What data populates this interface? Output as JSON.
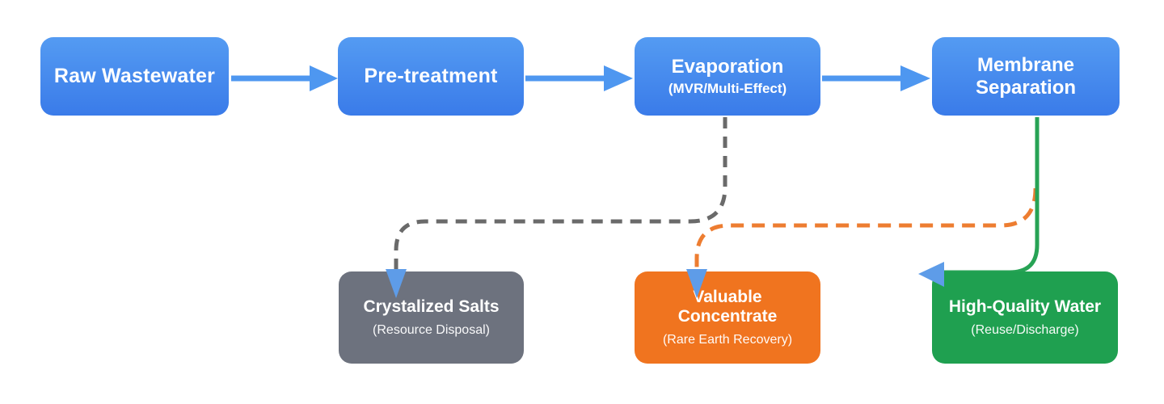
{
  "flow_nodes": [
    {
      "id": "raw-wastewater",
      "title": "Raw Wastewater"
    },
    {
      "id": "pre-treatment",
      "title": "Pre-treatment"
    },
    {
      "id": "evaporation",
      "title": "Evaporation",
      "subtitle": "(MVR/Multi-Effect)"
    },
    {
      "id": "membrane-separation",
      "title": "Membrane Separation"
    }
  ],
  "output_nodes": [
    {
      "id": "crystalized-salts",
      "title": "Crystalized Salts",
      "subtitle": "(Resource Disposal)",
      "color": "#6D727E"
    },
    {
      "id": "valuable-concentrate",
      "title": "Valuable Concentrate",
      "subtitle": "(Rare Earth Recovery)",
      "color": "#F0741F"
    },
    {
      "id": "high-quality-water",
      "title": "High-Quality Water",
      "subtitle": "(Reuse/Discharge)",
      "color": "#1FA050"
    }
  ],
  "connections": [
    {
      "from": "Raw Wastewater",
      "to": "Pre-treatment",
      "style": "solid-arrow",
      "color": "#4E97F0"
    },
    {
      "from": "Pre-treatment",
      "to": "Evaporation",
      "style": "solid-arrow",
      "color": "#4E97F0"
    },
    {
      "from": "Evaporation",
      "to": "Membrane Separation",
      "style": "solid-arrow",
      "color": "#4E97F0"
    },
    {
      "from": "Evaporation",
      "to": "Crystalized Salts",
      "style": "dashed",
      "color": "#6A6A6A"
    },
    {
      "from": "Membrane Separation",
      "to": "Valuable Concentrate",
      "style": "dashed",
      "color": "#ED7D31"
    },
    {
      "from": "Membrane Separation",
      "to": "High-Quality Water",
      "style": "solid",
      "color": "#27A355"
    }
  ],
  "colors": {
    "process_box_top": "#549BF2",
    "process_box_bottom": "#3A7BE9",
    "flow_arrow": "#4E97F0",
    "salts_connector": "#6A6A6A",
    "concentrate_connector": "#ED7D31",
    "water_connector": "#27A355",
    "target_arrowhead": "#5E9CE8"
  }
}
